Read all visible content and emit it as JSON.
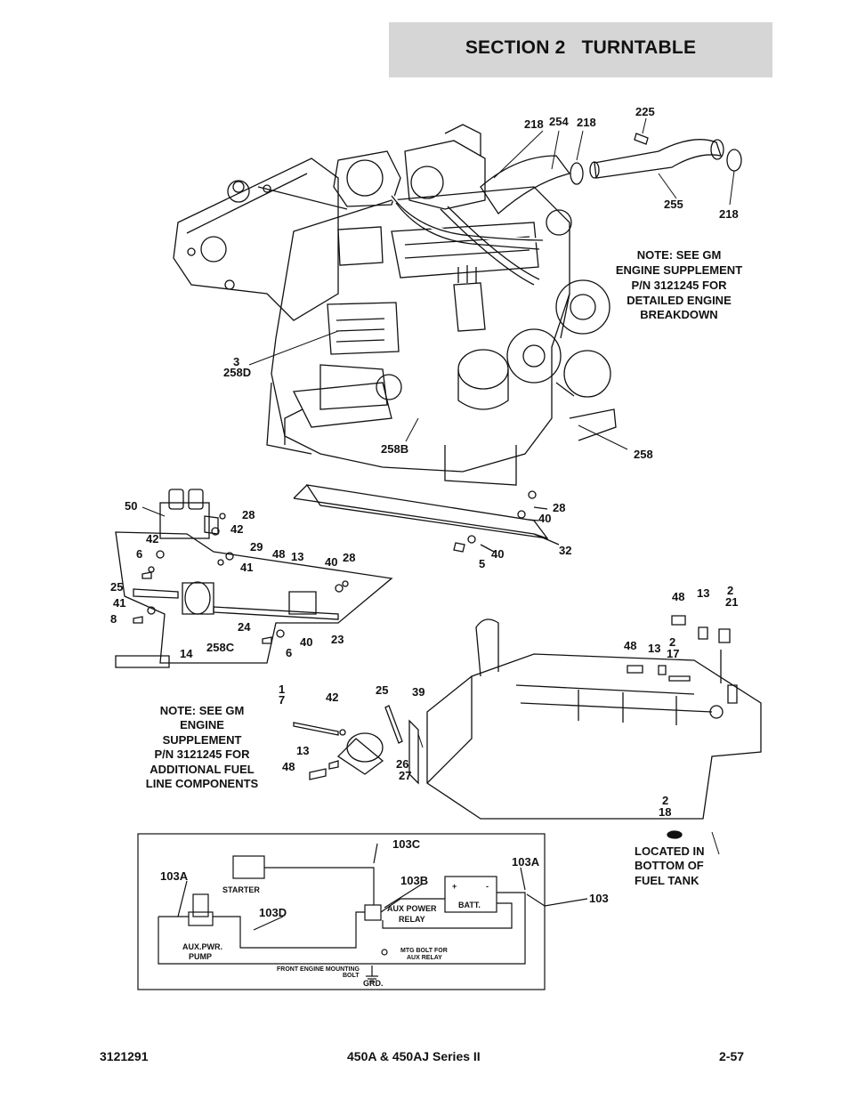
{
  "header": {
    "section_title": "SECTION 2   TURNTABLE"
  },
  "notes": {
    "engine": [
      "NOTE: SEE GM",
      "ENGINE SUPPLEMENT",
      "P/N 3121245 FOR",
      "DETAILED ENGINE",
      "BREAKDOWN"
    ],
    "fuel": [
      "NOTE: SEE GM",
      "ENGINE",
      "SUPPLEMENT",
      "P/N 3121245 FOR",
      "ADDITIONAL FUEL",
      "LINE COMPONENTS"
    ],
    "tank": [
      "LOCATED IN",
      "BOTTOM OF",
      "FUEL TANK"
    ]
  },
  "callouts": {
    "c218a": "218",
    "c254": "254",
    "c218b": "218",
    "c225": "225",
    "c255": "255",
    "c218c": "218",
    "c3": "3",
    "c258d": "258D",
    "c258b": "258B",
    "c258": "258",
    "c50": "50",
    "c28a": "28",
    "c42a": "42",
    "c42b": "42",
    "c6a": "6",
    "c29": "29",
    "c41a": "41",
    "c48a": "48",
    "c13a": "13",
    "c40a": "40",
    "c28b": "28",
    "c25a": "25",
    "c41b": "41",
    "c8": "8",
    "c24": "24",
    "c14": "14",
    "c258c": "258C",
    "c6b": "6",
    "c40b": "40",
    "c23": "23",
    "c28c": "28",
    "c40c": "40",
    "c32": "32",
    "c5": "5",
    "c40d": "40",
    "c48b": "48",
    "c13b": "13",
    "c2a": "2",
    "c21": "21",
    "c48c": "48",
    "c13c": "13",
    "c2b": "2",
    "c17": "17",
    "c1": "1",
    "c7": "7",
    "c42c": "42",
    "c25b": "25",
    "c39": "39",
    "c13d": "13",
    "c48d": "48",
    "c26": "26",
    "c27": "27",
    "c2c": "2",
    "c18": "18"
  },
  "wiring": {
    "c103c": "103C",
    "c103a_l": "103A",
    "c103b": "103B",
    "c103a_r": "103A",
    "c103d": "103D",
    "c103": "103",
    "starter": "STARTER",
    "aux_power": "AUX POWER",
    "relay": "RELAY",
    "batt": "BATT.",
    "aux_pwr": "AUX.PWR.",
    "pump": "PUMP",
    "mtg1": "MTG BOLT FOR",
    "mtg2": "AUX RELAY",
    "front1": "FRONT ENGINE MOUNTING",
    "front2": "BOLT",
    "grd": "GRD.",
    "plus": "+",
    "minus": "-"
  },
  "footer": {
    "doc_number": "3121291",
    "model": "450A & 450AJ Series II",
    "page": "2-57"
  }
}
